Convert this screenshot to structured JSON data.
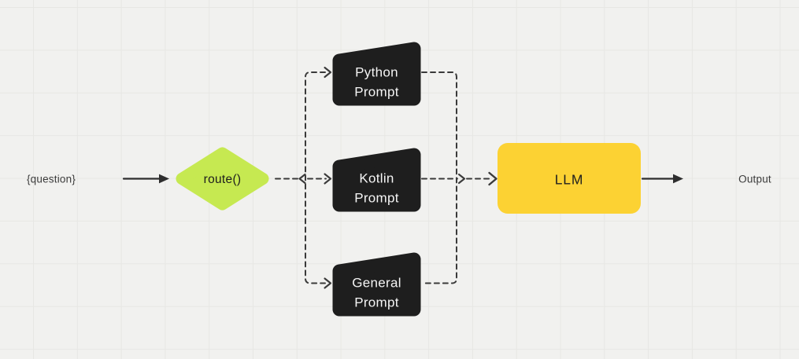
{
  "canvas": {
    "background_color": "#f1f1ef",
    "grid_line_color": "#e7e7e4"
  },
  "colors": {
    "edge": "#3a3a3a",
    "solid_arrow": "#2e2e2e",
    "io_label_text": "#3b3b3b",
    "router_fill": "#c6e951",
    "router_text": "#1d1d1d",
    "prompt_fill": "#1e1e1e",
    "prompt_text": "#f5f5f5",
    "llm_fill": "#fcd233",
    "llm_text": "#1f1f1f"
  },
  "nodes": {
    "question": {
      "label": "{question}"
    },
    "router": {
      "label": "route()"
    },
    "python_prompt": {
      "line1": "Python",
      "line2": "Prompt"
    },
    "kotlin_prompt": {
      "line1": "Kotlin",
      "line2": "Prompt"
    },
    "general_prompt": {
      "line1": "General",
      "line2": "Prompt"
    },
    "llm": {
      "label": "LLM"
    },
    "output": {
      "label": "Output"
    }
  },
  "edges": [
    {
      "from": "question",
      "to": "router",
      "style": "solid-arrow"
    },
    {
      "from": "router",
      "to": "python_prompt",
      "style": "dashed-arrow"
    },
    {
      "from": "router",
      "to": "kotlin_prompt",
      "style": "dashed-arrow"
    },
    {
      "from": "router",
      "to": "general_prompt",
      "style": "dashed-arrow"
    },
    {
      "from": "python_prompt",
      "to": "llm",
      "style": "dashed-arrow"
    },
    {
      "from": "kotlin_prompt",
      "to": "llm",
      "style": "dashed-arrow"
    },
    {
      "from": "general_prompt",
      "to": "llm",
      "style": "dashed-arrow"
    },
    {
      "from": "llm",
      "to": "output",
      "style": "solid-arrow"
    }
  ]
}
